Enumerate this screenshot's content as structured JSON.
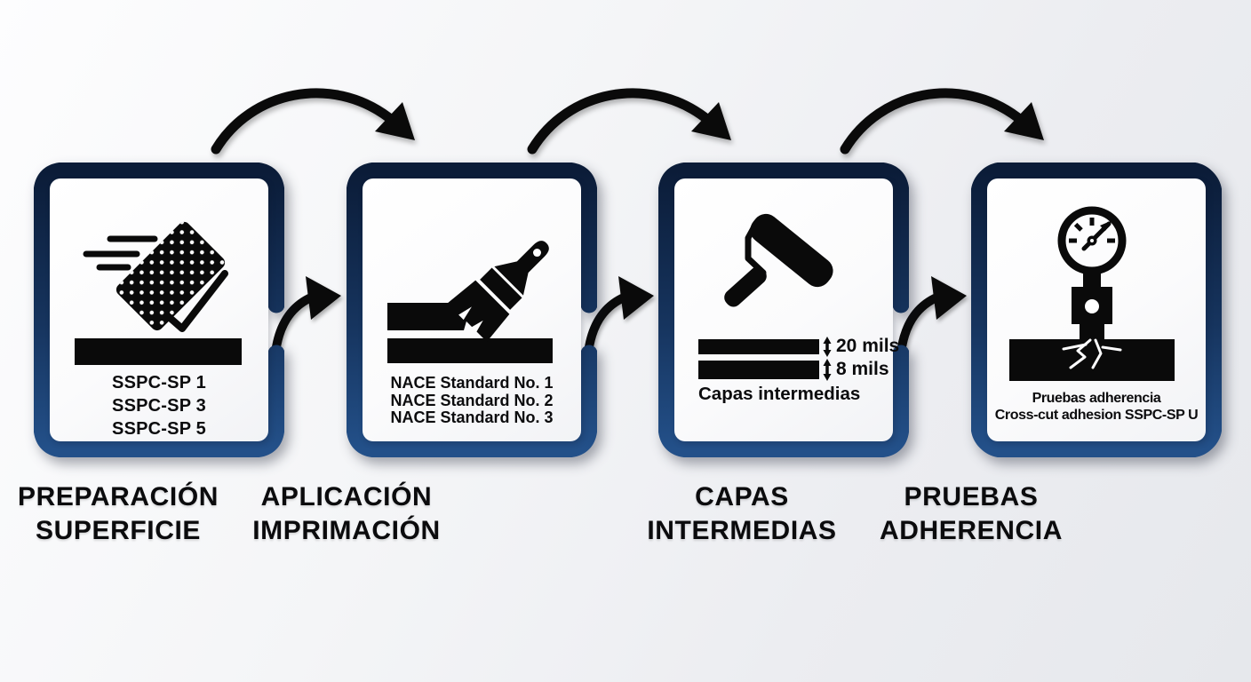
{
  "diagram": {
    "type": "process-flow",
    "language": "es",
    "steps": [
      {
        "title_line1": "PREPARACIÓN",
        "title_line2": "SUPERFICIE",
        "icon": "sanding-block-icon",
        "line1": "SSPC-SP 1",
        "line2": "SSPC-SP 3",
        "line3": "SSPC-SP 5"
      },
      {
        "title_line1": "APLICACIÓN",
        "title_line2": "IMPRIMACIÓN",
        "icon": "paint-brush-icon",
        "line1": "NACE Standard No. 1",
        "line2": "NACE Standard No. 2",
        "line3": "NACE Standard No. 3"
      },
      {
        "title_line1": "CAPAS",
        "title_line2": "INTERMEDIAS",
        "icon": "paint-roller-icon",
        "measurement1": "20 mils",
        "measurement2": "8 mils",
        "caption": "Capas intermedias"
      },
      {
        "title_line1": "PRUEBAS",
        "title_line2": "ADHERENCIA",
        "icon": "adhesion-gauge-icon",
        "line1": "Pruebas adherencia",
        "line2": "Cross-cut adhesion SSPC-SP U"
      }
    ],
    "colors": {
      "border_navy_top": "#0b1c38",
      "border_navy_mid": "#16345e",
      "border_navy_bottom": "#235089",
      "icon_black": "#0a0a0a",
      "panel_white": "#fcfcfd",
      "background_light": "#fdfdfe",
      "background_dark": "#e6e8ec",
      "text_black": "#0b0b0d"
    }
  }
}
